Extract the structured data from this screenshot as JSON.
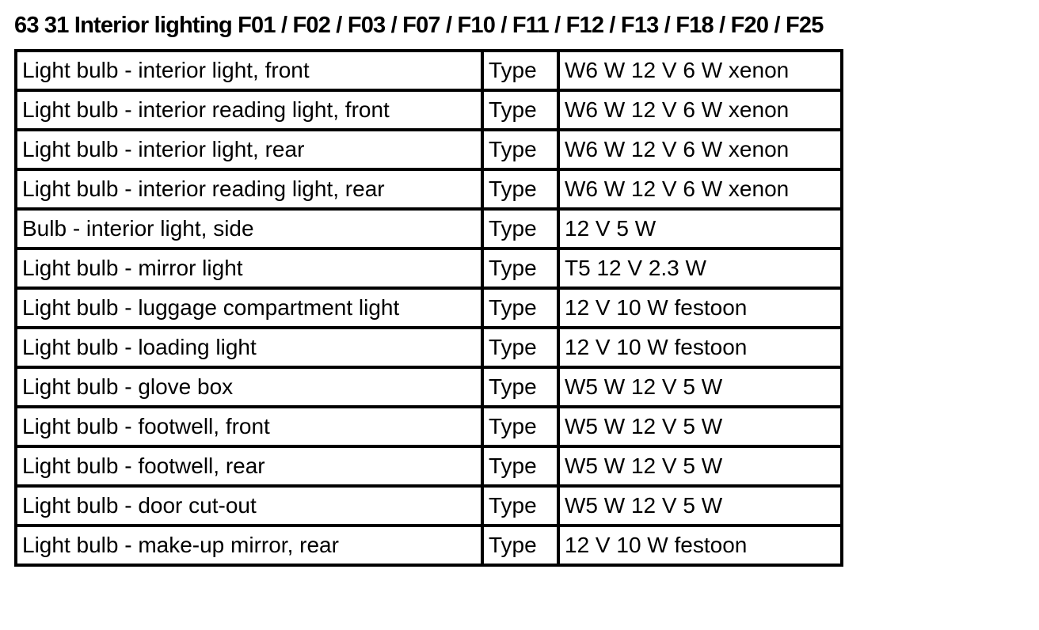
{
  "document": {
    "title": "63 31 Interior lighting F01 / F02 / F03 / F07 / F10 / F11 / F12 / F13 / F18 / F20 / F25"
  },
  "table": {
    "rows": [
      {
        "part": "Light bulb - interior light, front",
        "type": "Type",
        "value": "W6 W 12 V 6 W xenon"
      },
      {
        "part": "Light bulb - interior reading light, front",
        "type": "Type",
        "value": "W6 W 12 V 6 W xenon"
      },
      {
        "part": "Light bulb - interior light, rear",
        "type": "Type",
        "value": "W6 W 12 V 6 W xenon"
      },
      {
        "part": "Light bulb - interior reading light, rear",
        "type": "Type",
        "value": "W6 W 12 V 6 W xenon"
      },
      {
        "part": "Bulb - interior light, side",
        "type": "Type",
        "value": "12 V 5 W"
      },
      {
        "part": "Light bulb - mirror light",
        "type": "Type",
        "value": "T5 12 V 2.3 W"
      },
      {
        "part": "Light bulb - luggage compartment light",
        "type": "Type",
        "value": "12 V 10 W festoon"
      },
      {
        "part": "Light bulb - loading light",
        "type": "Type",
        "value": "12 V 10 W festoon"
      },
      {
        "part": "Light bulb - glove box",
        "type": "Type",
        "value": "W5 W 12 V 5 W"
      },
      {
        "part": "Light bulb - footwell, front",
        "type": "Type",
        "value": "W5 W 12 V 5 W"
      },
      {
        "part": "Light bulb - footwell, rear",
        "type": "Type",
        "value": "W5 W 12 V 5 W"
      },
      {
        "part": "Light bulb - door cut-out",
        "type": "Type",
        "value": "W5 W 12 V 5 W"
      },
      {
        "part": "Light bulb - make-up mirror, rear",
        "type": "Type",
        "value": "12 V 10 W festoon"
      }
    ]
  }
}
